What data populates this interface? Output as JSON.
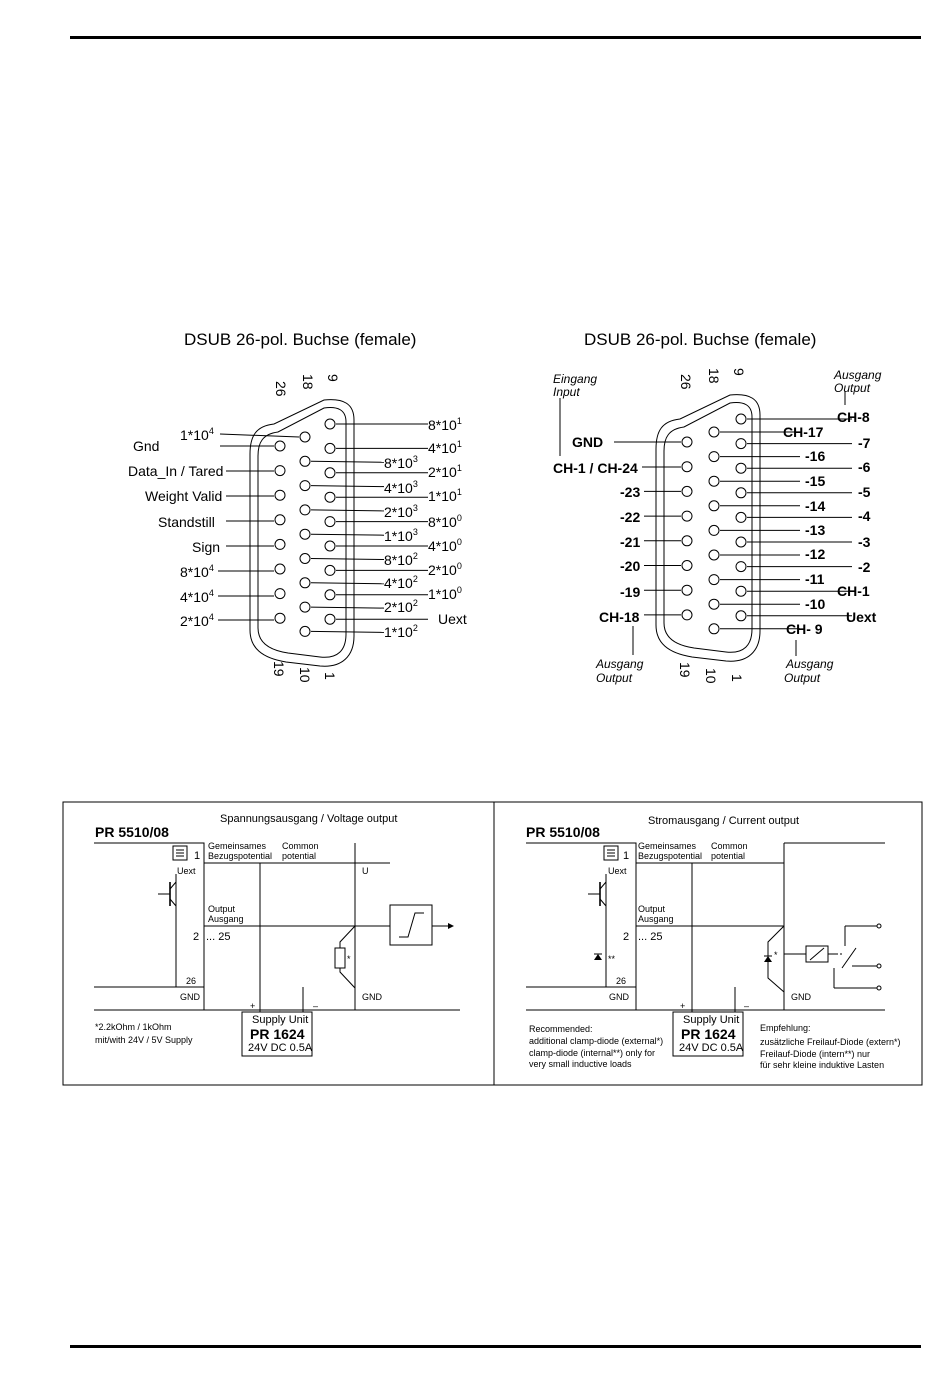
{
  "connector_left": {
    "title": "DSUB 26-pol. Buchse (female)",
    "pin_labels_top": [
      "26",
      "18",
      "9"
    ],
    "pin_labels_bottom": [
      "19",
      "10",
      "1"
    ],
    "left_labels": [
      "Gnd",
      "Data_In / Tared",
      "Weight Valid",
      "Standstill",
      "Sign"
    ],
    "left_powers": [
      {
        "m": "1",
        "e": "4"
      },
      {
        "m": "8",
        "e": "4"
      },
      {
        "m": "4",
        "e": "4"
      },
      {
        "m": "2",
        "e": "4"
      }
    ],
    "mid_powers": [
      {
        "m": "8",
        "e": "3"
      },
      {
        "m": "4",
        "e": "3"
      },
      {
        "m": "2",
        "e": "3"
      },
      {
        "m": "1",
        "e": "3"
      },
      {
        "m": "8",
        "e": "2"
      },
      {
        "m": "4",
        "e": "2"
      },
      {
        "m": "2",
        "e": "2"
      },
      {
        "m": "1",
        "e": "2"
      }
    ],
    "right_powers": [
      {
        "m": "8",
        "e": "1"
      },
      {
        "m": "4",
        "e": "1"
      },
      {
        "m": "2",
        "e": "1"
      },
      {
        "m": "1",
        "e": "1"
      },
      {
        "m": "8",
        "e": "0"
      },
      {
        "m": "4",
        "e": "0"
      },
      {
        "m": "2",
        "e": "0"
      },
      {
        "m": "1",
        "e": "0"
      }
    ],
    "uext": "Uext",
    "mult": "*",
    "base": "10"
  },
  "connector_right": {
    "title": "DSUB 26-pol. Buchse (female)",
    "pin_labels_top": [
      "26",
      "18",
      "9"
    ],
    "pin_labels_bottom": [
      "19",
      "10",
      "1"
    ],
    "eingang": "Eingang",
    "input": "Input",
    "ausgang": "Ausgang",
    "output": "Output",
    "gnd": "GND",
    "ch1_ch24": "CH-1 / CH-24",
    "left_labels": [
      "-23",
      "-22",
      "-21",
      "-20",
      "-19",
      "CH-18"
    ],
    "mid_labels": [
      "CH-17",
      "-16",
      "-15",
      "-14",
      "-13",
      "-12",
      "-11",
      "-10",
      "CH- 9"
    ],
    "right_labels": [
      "CH-8",
      "-7",
      "-6",
      "-5",
      "-4",
      "-3",
      "-2",
      "CH-1",
      "Uext"
    ]
  },
  "panel_voltage": {
    "title": "Spannungsausgang / Voltage output",
    "model": "PR 5510/08",
    "pin1": "1",
    "gemeinsames": "Gemeinsames",
    "bezug": "Bezugspotential",
    "common": "Common",
    "potential": "potential",
    "uext": "Uext",
    "output": "Output",
    "ausgang": "Ausgang",
    "pin2": "2",
    "range": "... 25",
    "pin26": "26",
    "gnd": "GND",
    "u": "U",
    "gnd_r": "GND",
    "star": "*",
    "plus": "+",
    "minus": "–",
    "supply": "Supply Unit",
    "pr": "PR 1624",
    "dc": "24V DC 0.5A",
    "note1": "*2.2kOhm / 1kOhm",
    "note2": "mit/with 24V / 5V Supply"
  },
  "panel_current": {
    "title": "Stromausgang / Current output",
    "model": "PR 5510/08",
    "pin1": "1",
    "gemeinsames": "Gemeinsames",
    "bezug": "Bezugspotential",
    "common": "Common",
    "potential": "potential",
    "uext": "Uext",
    "output": "Output",
    "ausgang": "Ausgang",
    "pin2": "2",
    "range": "... 25",
    "pin26": "26",
    "gnd": "GND",
    "gnd_r": "GND",
    "dstar": "**",
    "star": "*",
    "plus": "+",
    "minus": "–",
    "supply": "Supply Unit",
    "pr": "PR 1624",
    "dc": "24V DC 0.5A",
    "rec": [
      "Recommended:",
      "additional clamp-diode (external*)",
      "clamp-diode (internal**) only for",
      "very small inductive loads"
    ],
    "emp": [
      "Empfehlung:",
      "zusätzliche Freilauf-Diode (extern*)",
      "Freilauf-Diode (intern**) nur",
      "für sehr kleine induktive Lasten"
    ]
  }
}
